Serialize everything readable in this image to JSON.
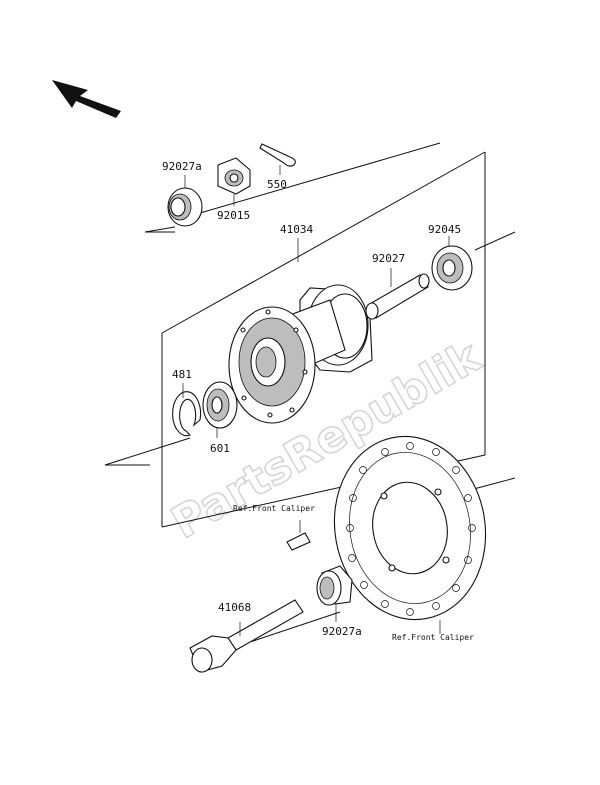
{
  "watermark": "PartsRepublik",
  "parts": {
    "seal_top": "92027a",
    "collar": "92015",
    "cotter_pin": "550",
    "hub": "41034",
    "sleeve": "92027",
    "bearing_right": "92045",
    "circlip": "481",
    "bearing_left": "601",
    "axle": "41068",
    "seal_bottom": "92027a"
  },
  "refs": {
    "caliper_upper": "Ref.Front Caliper",
    "caliper_lower": "Ref.Front Caliper"
  },
  "icons": {
    "direction": "front-direction-arrow-icon"
  }
}
